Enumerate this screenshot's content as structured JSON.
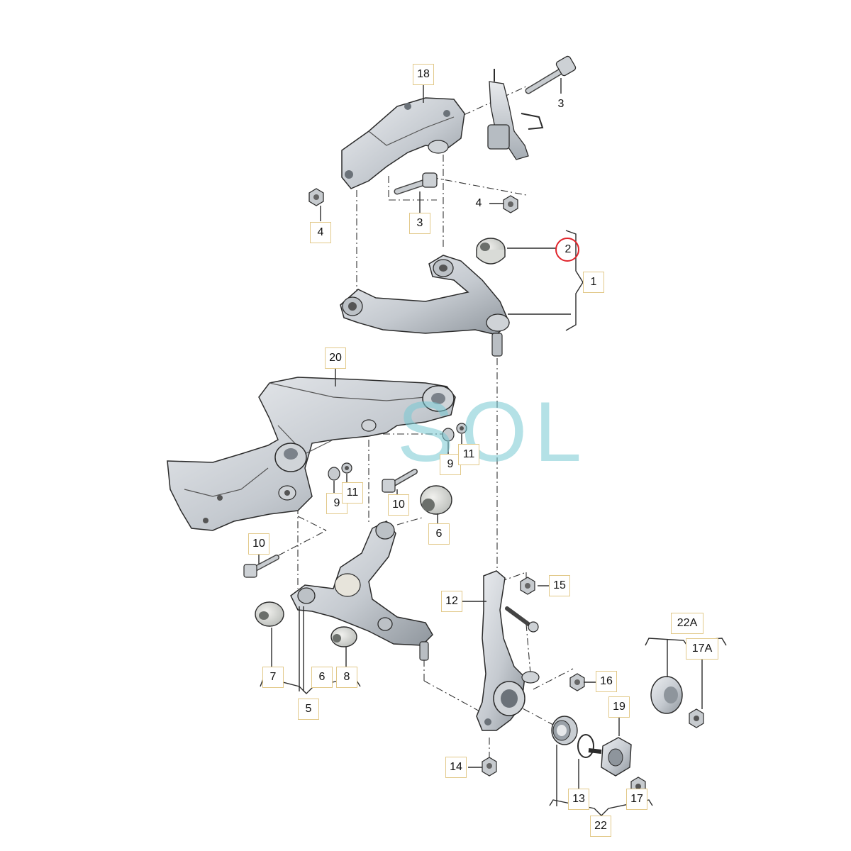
{
  "watermark": "SOL",
  "part_labels": {
    "p1": "1",
    "p2": "2",
    "p3a": "3",
    "p3b": "3",
    "p4a": "4",
    "p4b": "4",
    "p5": "5",
    "p6a": "6",
    "p6b": "6",
    "p7": "7",
    "p8": "8",
    "p9a": "9",
    "p9b": "9",
    "p10a": "10",
    "p10b": "10",
    "p11a": "11",
    "p11b": "11",
    "p12": "12",
    "p13": "13",
    "p14": "14",
    "p15": "15",
    "p16": "16",
    "p17": "17",
    "p17A": "17A",
    "p18": "18",
    "p19": "19",
    "p20": "20",
    "p22": "22",
    "p22A": "22A"
  },
  "highlight": {
    "label": "2",
    "color": "#e0242b"
  },
  "colors": {
    "part_fill": "#d4d8dd",
    "part_shade": "#9aa1a8",
    "line": "#2b2b2b",
    "label_border": "#e2c98a"
  }
}
